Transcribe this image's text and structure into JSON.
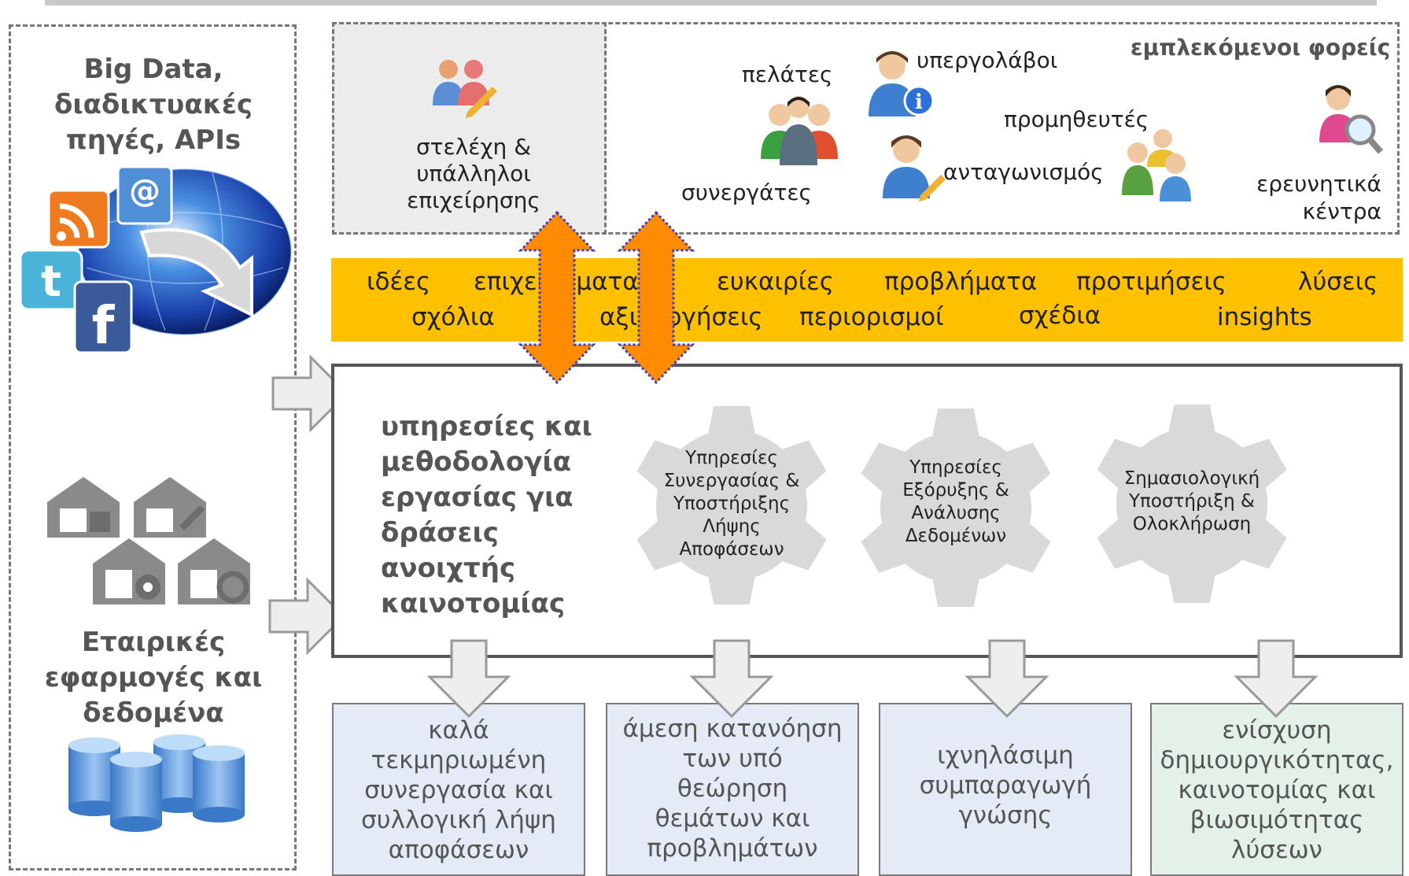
{
  "left_panel": {
    "top_title": [
      "Big Data,",
      "διαδικτυακές",
      "πηγές, APIs"
    ],
    "bottom_title": [
      "Εταιρικές",
      "εφαρμογές και",
      "δεδομένα"
    ],
    "icons": [
      "rss-icon",
      "news-email-icon",
      "twitter-icon",
      "facebook-icon",
      "globe-icon",
      "warehouse-icon",
      "database-icon"
    ]
  },
  "actors": {
    "heading": "εμπλεκόμενοι φορείς",
    "staff": [
      "στελέχη &",
      "υπάλληλοι",
      "επιχείρησης"
    ],
    "customers": "πελάτες",
    "partners": "συνεργάτες",
    "subcontractors": "υπεργολάβοι",
    "competition": "ανταγωνισμός",
    "suppliers": "προμηθευτές",
    "research": [
      "ερευνητικά",
      "κέντρα"
    ]
  },
  "keywords": {
    "row1": [
      "ιδέες",
      "επιχειρήματα",
      "ευκαιρίες",
      "προβλήματα",
      "προτιμήσεις",
      "λύσεις"
    ],
    "row2": [
      "σχόλια",
      "αξιολογήσεις",
      "περιορισμοί",
      "σχέδια",
      "insights"
    ]
  },
  "methodology": {
    "title": [
      "υπηρεσίες και",
      "μεθοδολογία",
      "εργασίας για",
      "δράσεις",
      "ανοιχτής",
      "καινοτομίας"
    ]
  },
  "gears": [
    {
      "lines": [
        "Υπηρεσίες",
        "Συνεργασίας &",
        "Υποστήριξης",
        "Λήψης",
        "Αποφάσεων"
      ]
    },
    {
      "lines": [
        "Υπηρεσίες",
        "Εξόρυξης &",
        "Ανάλυσης",
        "Δεδομένων"
      ]
    },
    {
      "lines": [
        "Σημασιολογική",
        "Υποστήριξη &",
        "Ολοκλήρωση"
      ]
    }
  ],
  "outcomes": [
    {
      "lines": [
        "καλά",
        "τεκμηριωμένη",
        "συνεργασία και",
        "συλλογική λήψη",
        "αποφάσεων"
      ]
    },
    {
      "lines": [
        "άμεση κατανόηση",
        "των υπό",
        "θεώρηση",
        "θεμάτων και",
        "προβλημάτων"
      ]
    },
    {
      "lines": [
        "ιχνηλάσιμη",
        "συμπαραγωγή",
        "γνώσης"
      ]
    },
    {
      "lines": [
        "ενίσχυση",
        "δημιουργικότητας,",
        "καινοτομίας και",
        "βιωσιμότητας",
        "λύσεων"
      ]
    }
  ],
  "colors": {
    "band": "#ffc000",
    "double_arrow": "#ff8c00",
    "outcome_blue": "#e4eaf6",
    "outcome_green": "#e3f1e9",
    "gear": "#d9d9d9"
  }
}
